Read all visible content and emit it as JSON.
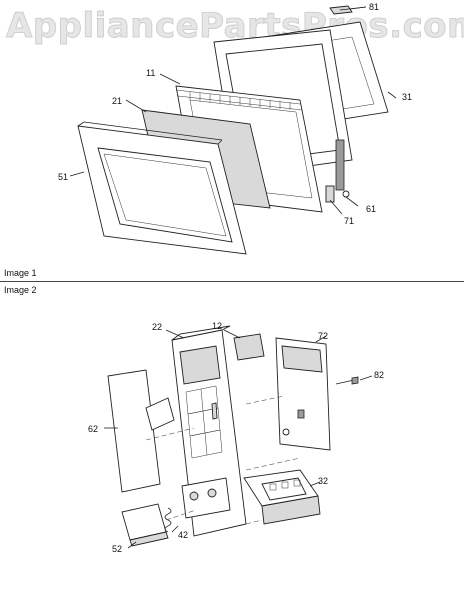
{
  "watermark": "AppliancePartsPros.com",
  "sections": [
    {
      "label": "Image 1"
    },
    {
      "label": "Image 2"
    }
  ],
  "image1": {
    "callouts": {
      "p81": "81",
      "p11": "11",
      "p21": "21",
      "p31": "31",
      "p51": "51",
      "p61": "61",
      "p71": "71"
    }
  },
  "image2": {
    "callouts": {
      "p22": "22",
      "p12": "12",
      "p72": "72",
      "p82": "82",
      "p62": "62",
      "p32": "32",
      "p52": "52",
      "p42": "42"
    }
  }
}
